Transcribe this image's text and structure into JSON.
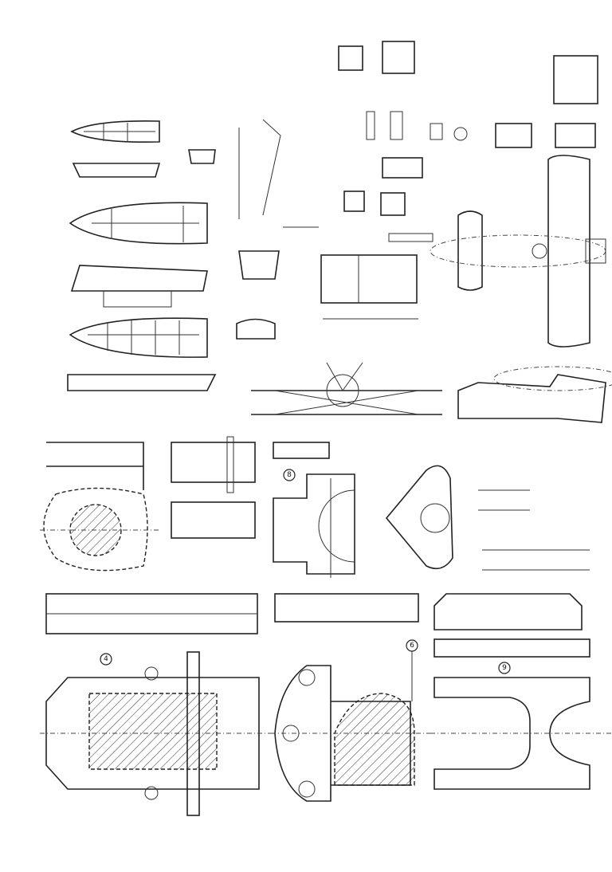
{
  "sheet": {
    "part_labels": [
      "8",
      "9",
      "4",
      "6"
    ],
    "ink_color": "#222222",
    "paper_color": "#ffffff"
  }
}
